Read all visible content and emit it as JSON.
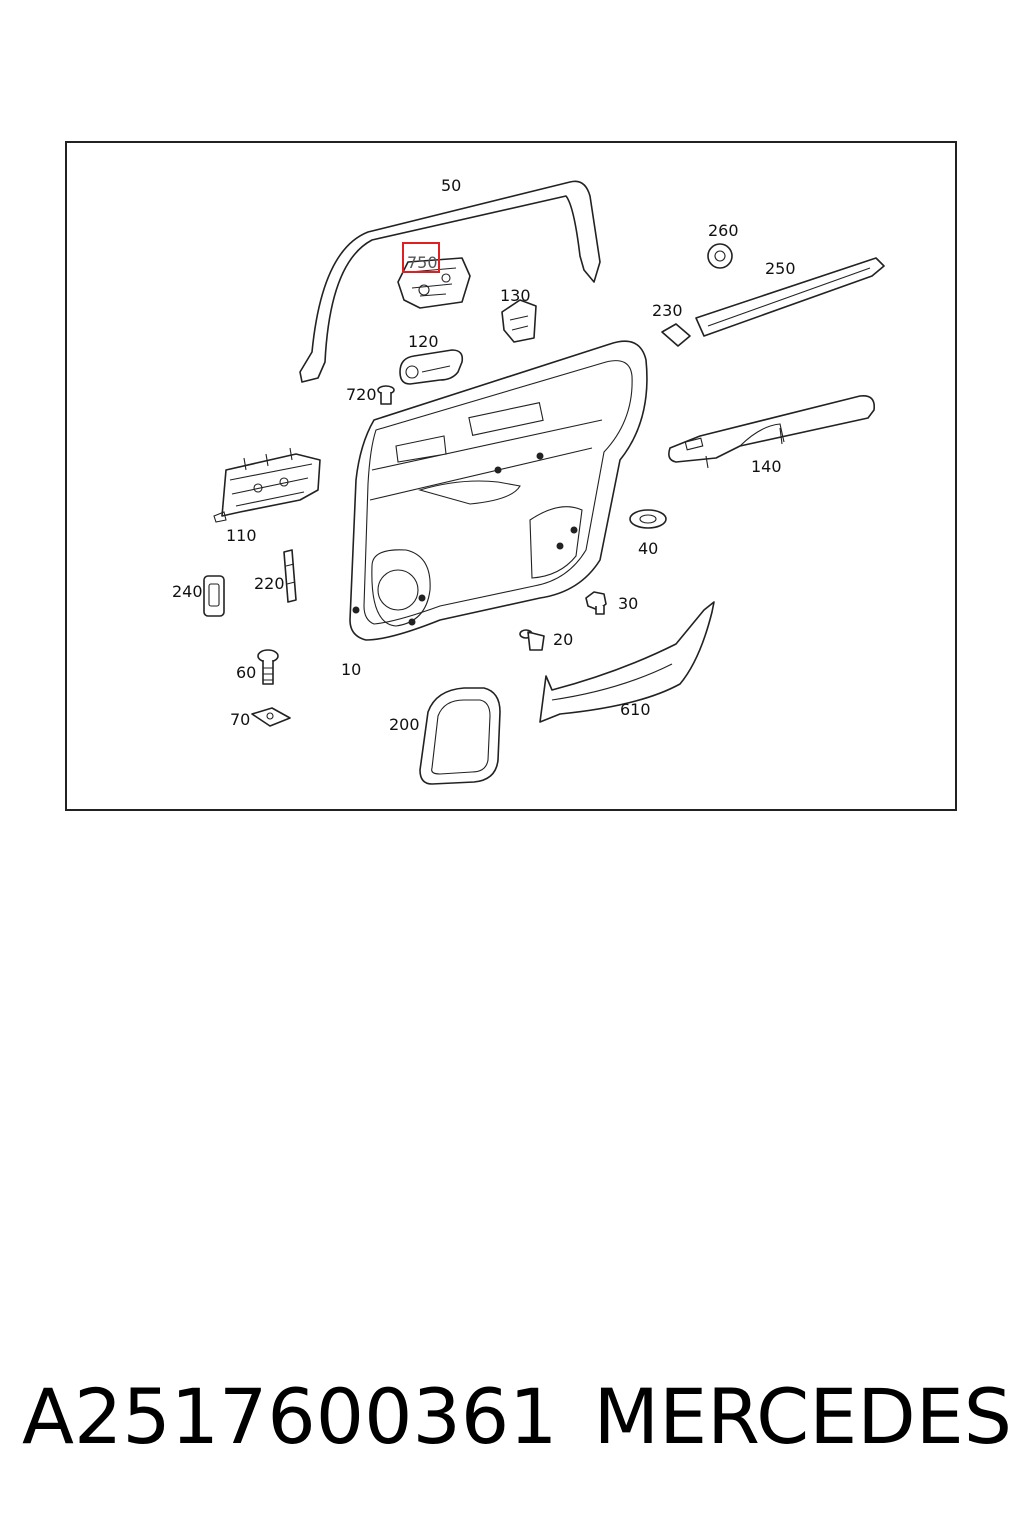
{
  "labels": {
    "p50": "50",
    "p750": "750",
    "p260": "260",
    "p250": "250",
    "p130": "130",
    "p230": "230",
    "p120": "120",
    "p720": "720",
    "p140": "140",
    "p110": "110",
    "p40": "40",
    "p240": "240",
    "p220": "220",
    "p30": "30",
    "p20": "20",
    "p60": "60",
    "p10": "10",
    "p610": "610",
    "p70": "70",
    "p200": "200"
  },
  "highlight": {
    "label_key": "p750",
    "color": "#e02020"
  },
  "caption": {
    "part_number": "A2517600361",
    "brand": "MERCEDES"
  }
}
